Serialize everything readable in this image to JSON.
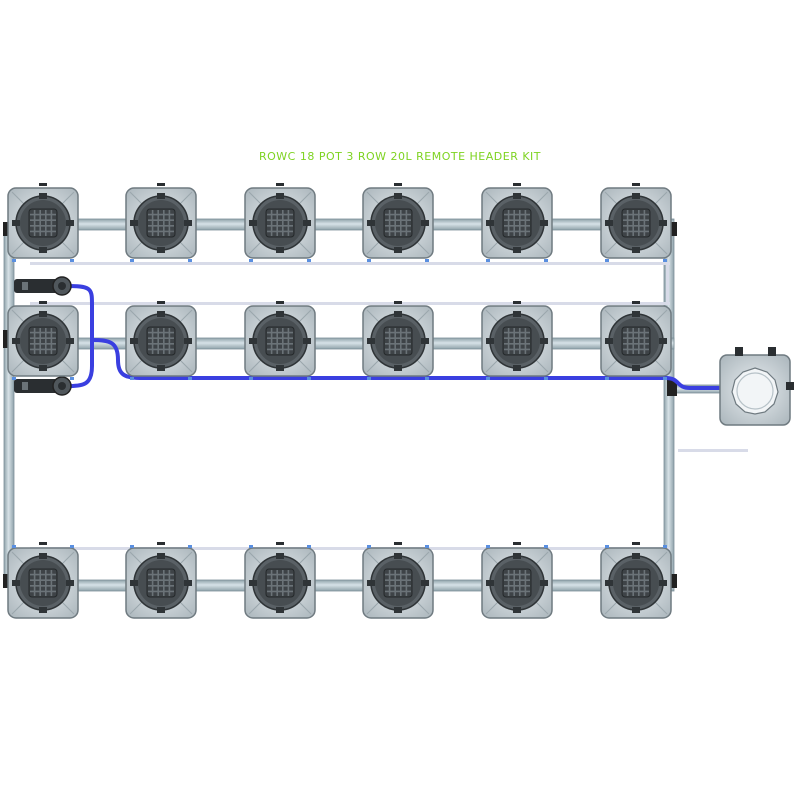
{
  "title": "ROWC 18 POT 3 ROW 20L REMOTE HEADER KIT",
  "colors": {
    "title": "#7ed321",
    "pipe": "#a9bcc4",
    "pipe_edge": "#7d9099",
    "pot": "#c9d1d6",
    "pot_edge": "#6f7a80",
    "basket": "#3e4347",
    "hose": "#3a3fe0",
    "drip": "#d8dbe8"
  },
  "layout": {
    "rows": 3,
    "pots_per_row": 6
  },
  "icons": [
    "pot-icon",
    "header-tank-icon",
    "filter-icon"
  ]
}
